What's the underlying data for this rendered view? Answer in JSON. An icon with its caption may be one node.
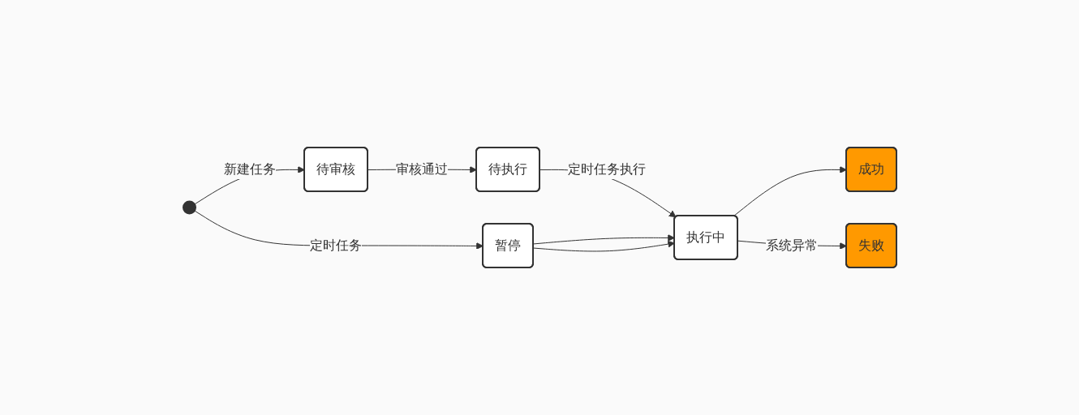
{
  "diagram": {
    "nodes": [
      {
        "text": [],
        "shape": "circle"
      },
      {
        "text": [
          "待审核"
        ]
      },
      {
        "text": [
          "待执行"
        ]
      },
      {
        "text": [
          "执行中"
        ]
      },
      {
        "text": [
          "成功"
        ]
      },
      {
        "text": [
          "暂停"
        ]
      },
      {
        "text": [
          "失败"
        ]
      }
    ],
    "edges": [
      {
        "from": 0,
        "to": 1,
        "arrow": "to",
        "label": "新建任务"
      },
      {
        "from": 1,
        "to": 2,
        "arrow": "to",
        "label": "审核通过"
      },
      {
        "from": 2,
        "to": 3,
        "arrow": "to",
        "label": "定时任务执行"
      },
      {
        "from": 3,
        "to": 4,
        "arrow": "to"
      },
      {
        "from": 0,
        "to": 5,
        "arrow": "to",
        "label": "定时任务"
      },
      {
        "from": 5,
        "to": 3,
        "arrow": "to"
      },
      {
        "from": 5,
        "to": 3,
        "arrow": "to"
      },
      {
        "from": 3,
        "to": 6,
        "arrow": "to",
        "label": "系统异常"
      }
    ]
  }
}
